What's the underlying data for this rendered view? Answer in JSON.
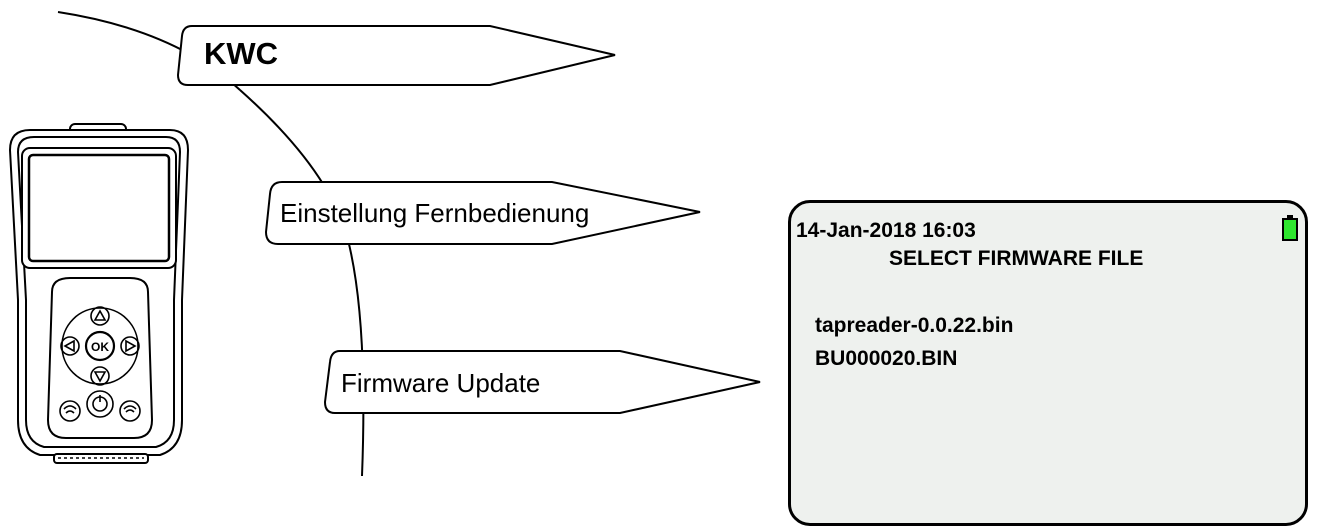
{
  "menu": {
    "root": "KWC",
    "settings": "Einstellung Fernbedienung",
    "firmware": "Firmware Update"
  },
  "screen": {
    "datetime": "14-Jan-2018 16:03",
    "heading": "SELECT FIRMWARE FILE",
    "files": [
      "tapreader-0.0.22.bin",
      "BU000020.BIN"
    ],
    "battery_color": "#2ee62e"
  },
  "device": {
    "ok_button": "OK"
  },
  "icons": [
    "up-arrow-icon",
    "down-arrow-icon",
    "left-arrow-icon",
    "right-arrow-icon",
    "power-icon",
    "wifi-icon"
  ]
}
